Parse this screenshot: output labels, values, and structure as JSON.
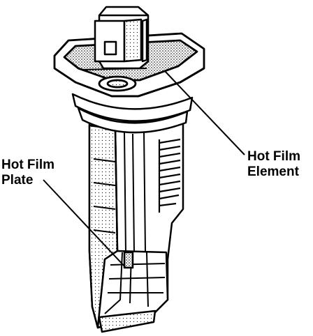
{
  "labels": {
    "hot_film_element": {
      "line1": "Hot Film",
      "line2": "Element"
    },
    "hot_film_plate": {
      "line1": "Hot Film",
      "line2": "Plate"
    }
  },
  "colors": {
    "ink": "#000000",
    "paper": "#ffffff",
    "shade": "#8a8a8a"
  }
}
